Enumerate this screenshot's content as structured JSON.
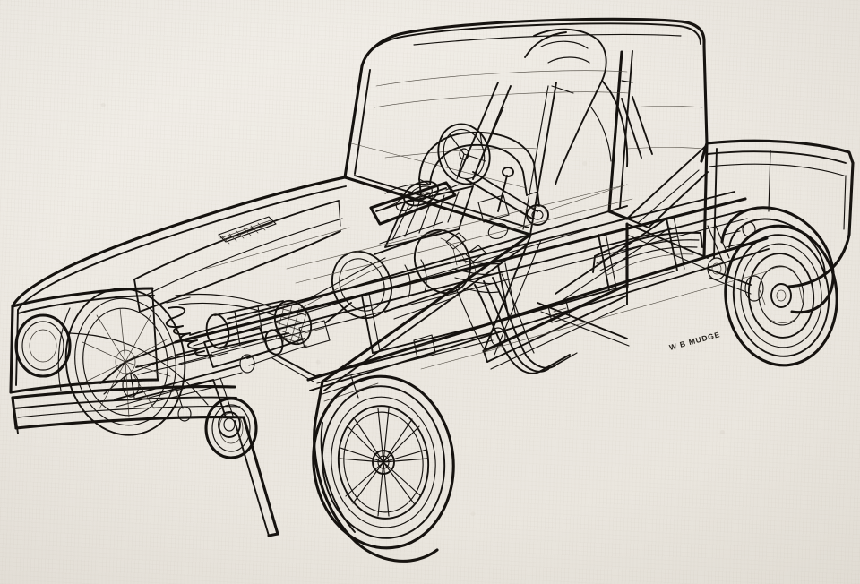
{
  "artwork": {
    "kind": "technical-cutaway-illustration",
    "medium": "pen-and-ink line drawing on aged paper",
    "subject": "1960s compact pickup truck — phantom / cutaway view",
    "view": "three-quarter front-left perspective",
    "signature": "W B MUDGE",
    "paper_color": "#efece6",
    "ink_color": "#15120f"
  },
  "assembly": {
    "body": {
      "name": "Cab and pickup bed bodyshell",
      "parts": [
        "windshield frame",
        "cab roof",
        "door opening",
        "front fender",
        "hood with louvred vent",
        "front valance / bumper",
        "pickup bed side panel",
        "tailgate edge",
        "rocker step panel"
      ]
    },
    "lighting": {
      "name": "Front lighting",
      "parts": [
        "left round headlamp",
        "right round headlamp",
        "grille surround"
      ]
    },
    "interior": {
      "name": "Cab interior",
      "parts": [
        "steering wheel",
        "steering column",
        "instrument panel / dashboard",
        "bucket seat",
        "roll bar hoop",
        "gear lever"
      ]
    },
    "powertrain": {
      "name": "Engine and drivetrain",
      "parts": [
        "inline engine block",
        "cylinder head",
        "air cleaner",
        "radiator core",
        "fan and pulleys",
        "exhaust header tubes",
        "transmission housing",
        "bell housing",
        "propeller shaft"
      ]
    },
    "chassis": {
      "name": "Frame and running gear",
      "parts": [
        "ladder frame side rail",
        "cross member",
        "front coil spring",
        "upper and lower control arms",
        "steering drag link and tie rod",
        "rear leaf spring pack",
        "shock absorber",
        "live rear axle"
      ]
    },
    "wheels": {
      "name": "Road wheels",
      "parts": [
        "front wire-spoke wheel with tyre",
        "rear pressed-disc wheel with tyre",
        "left front wheel shown phantom through fender"
      ]
    }
  }
}
